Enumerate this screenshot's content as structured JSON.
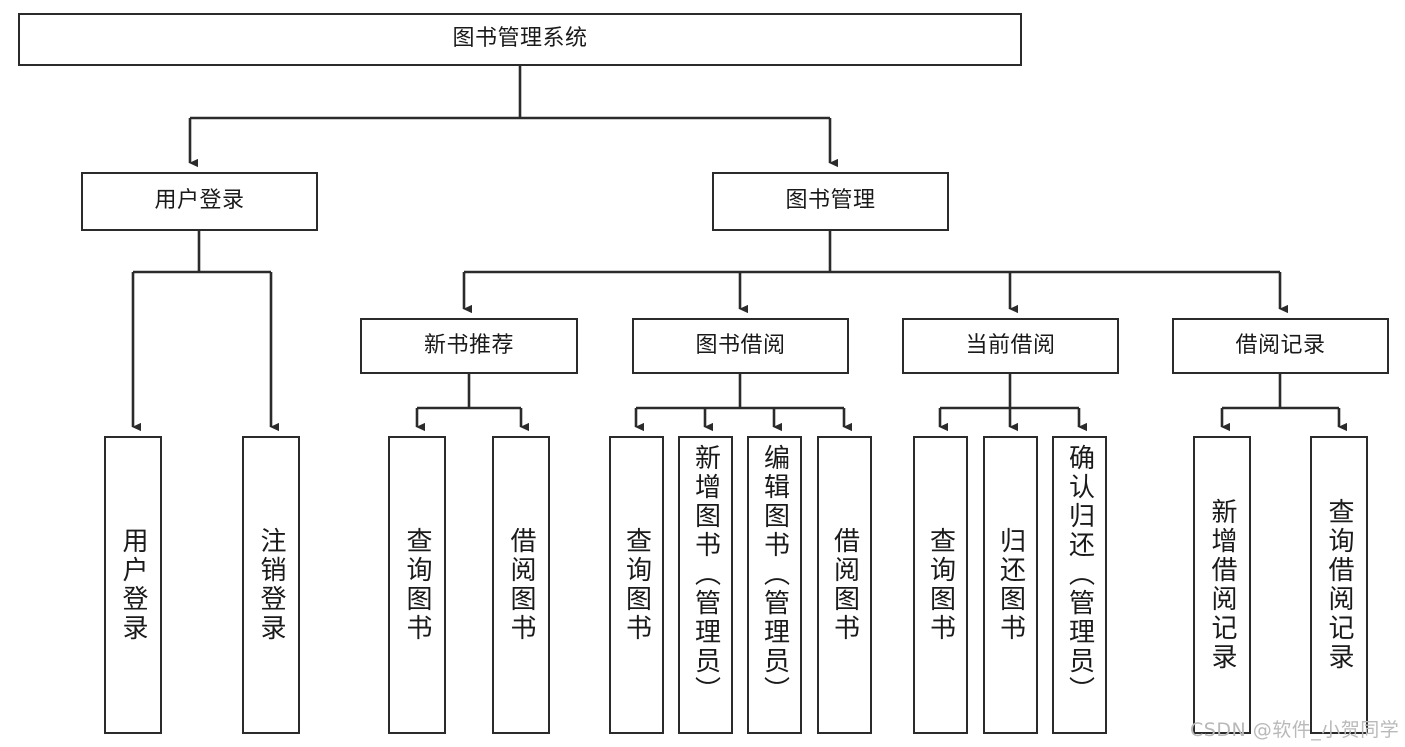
{
  "diagram": {
    "title": "图书管理系统",
    "type": "tree-hierarchy-chart",
    "colors": {
      "stroke": "#2b2b2b",
      "fill": "#ffffff",
      "text": "#1a1a1a",
      "watermark": "#b9b9b9"
    },
    "root": {
      "label": "图书管理系统"
    },
    "level2": [
      {
        "label": "用户登录"
      },
      {
        "label": "图书管理"
      }
    ],
    "level3": [
      {
        "label": "新书推荐"
      },
      {
        "label": "图书借阅"
      },
      {
        "label": "当前借阅"
      },
      {
        "label": "借阅记录"
      }
    ],
    "leaves": {
      "user_login": [
        {
          "label": "用户登录"
        },
        {
          "label": "注销登录"
        }
      ],
      "new_book_recommend": [
        {
          "label": "查询图书"
        },
        {
          "label": "借阅图书"
        }
      ],
      "book_borrow": [
        {
          "label": "查询图书"
        },
        {
          "label": "新增图书（管理员）"
        },
        {
          "label": "编辑图书（管理员）"
        },
        {
          "label": "借阅图书"
        }
      ],
      "current_borrow": [
        {
          "label": "查询图书"
        },
        {
          "label": "归还图书"
        },
        {
          "label": "确认归还（管理员）"
        }
      ],
      "borrow_record": [
        {
          "label": "新增借阅记录"
        },
        {
          "label": "查询借阅记录"
        }
      ]
    },
    "watermark": "CSDN @软件_小贺同学"
  }
}
